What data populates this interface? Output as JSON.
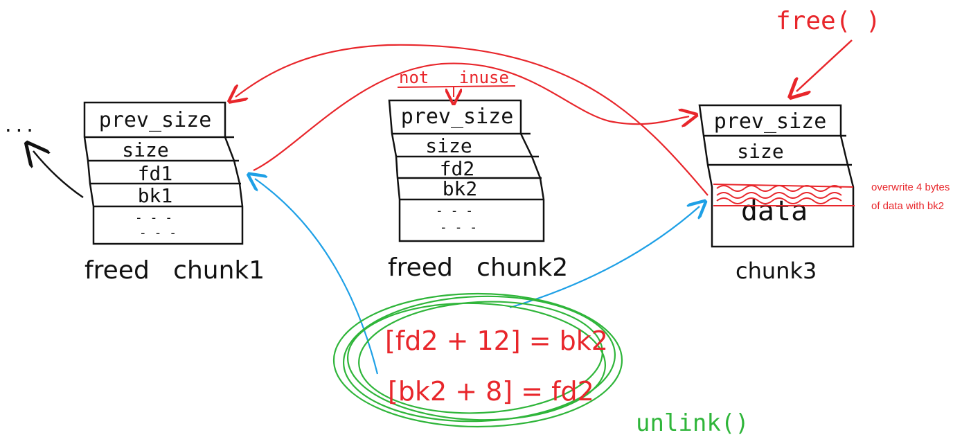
{
  "colors": {
    "ink": "#111111",
    "red": "#e8262b",
    "blue": "#1ea0e6",
    "green": "#2fb53a"
  },
  "labels": {
    "ellipsis": "...",
    "free_call": "free( )",
    "not_inuse": "not   inuse",
    "unlink_call": "unlink()",
    "overwrite_note_line1": "overwrite 4 bytes",
    "overwrite_note_line2": "of data with bk2",
    "equation1": "[fd2 + 12] = bk2",
    "equation2": "[bk2 + 8] = fd2"
  },
  "chunks": [
    {
      "caption": "freed   chunk1",
      "fields": [
        "prev_size",
        "size",
        "fd1",
        "bk1",
        "- - -",
        "- - -"
      ]
    },
    {
      "caption": "freed   chunk2",
      "fields": [
        "prev_size",
        "size",
        "fd2",
        "bk2",
        "- - -",
        "- - -"
      ]
    },
    {
      "caption": "chunk3",
      "fields": [
        "prev_size",
        "size",
        "data"
      ]
    }
  ]
}
